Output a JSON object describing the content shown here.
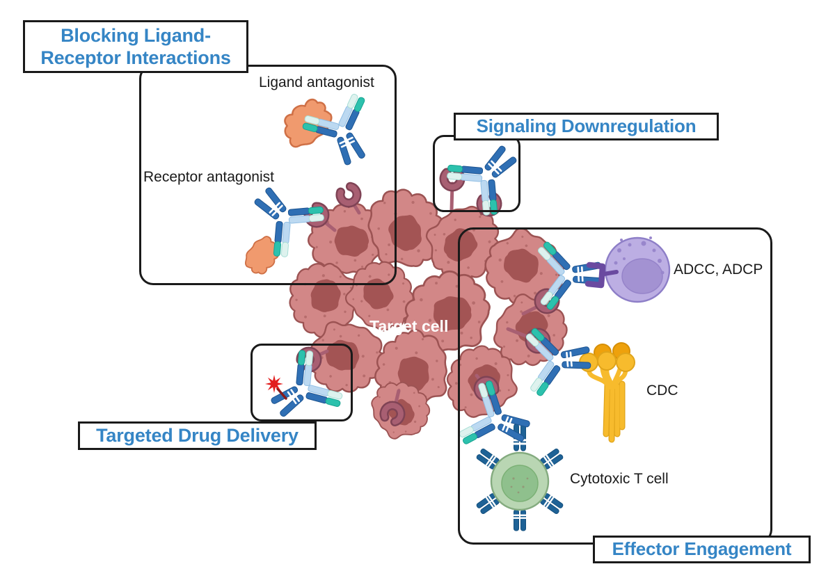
{
  "figure": {
    "mechanisms": {
      "blocking": {
        "line1": "Blocking Ligand-",
        "line2": "Receptor Interactions"
      },
      "signaling": "Signaling Downregulation",
      "targeted": "Targeted Drug Delivery",
      "effector": "Effector Engagement"
    },
    "annotations": {
      "ligand_antagonist": "Ligand antagonist",
      "receptor_antagonist": "Receptor antagonist",
      "target_cell": "Target cell",
      "adcc_adcp": "ADCC, ADCP",
      "cdc": "CDC",
      "cytotoxic_t_cell": "Cytotoxic T cell"
    },
    "colors": {
      "accent": "#3585c5",
      "ink": "#1a1a1a",
      "cell-body": "#d28787",
      "cell-edge": "#9c5353",
      "cell-nucleus": "#a35454",
      "receptor": "#a85f72",
      "receptor-dark": "#7f4355",
      "ab-dark": "#2f6fb4",
      "ab-teal": "#2cc1ad",
      "ab-light": "#bcd9f1",
      "ab-pale": "#def2ee",
      "ligand-orange": "#f09a6e",
      "ligand-edge": "#cf7046",
      "nk-body": "#bcaee3",
      "nk-nucleus": "#a392d2",
      "nk-edge": "#8d7ec7",
      "c1q-gold": "#f7bb2d",
      "c1q-deep": "#eea10c",
      "t-cell-body": "#b9d6b3",
      "t-cell-nucleus": "#8fc08d",
      "t-cell-edge": "#84ab7f",
      "tcr-blue": "#1e6296",
      "drug-star-red": "#e21f1f",
      "fc-bracket-purple": "#6a4aa0"
    }
  }
}
